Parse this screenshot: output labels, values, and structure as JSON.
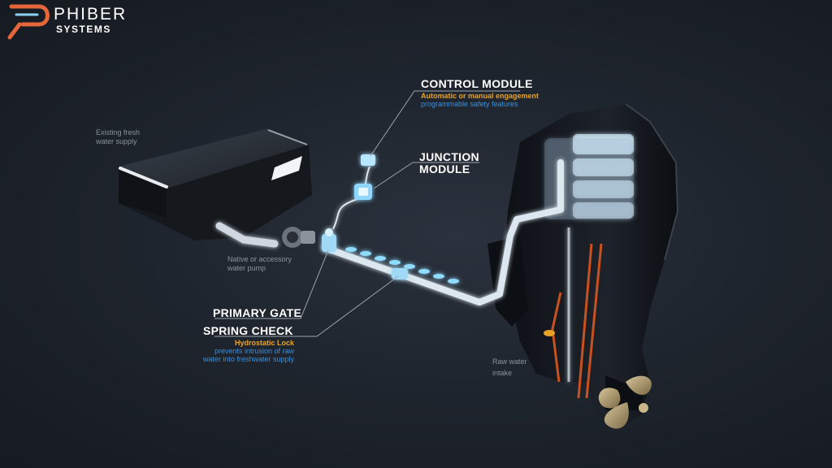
{
  "brand": {
    "name_line1": "PHIBER",
    "name_line2": "SYSTEMS",
    "accent_color": "#e4663a",
    "logo_icon": "phiber-p-logo-icon"
  },
  "labels": {
    "control_module": {
      "title": "CONTROL MODULE",
      "line1": "Automatic or manual engagement",
      "line2": "programmable safety features"
    },
    "junction_module": {
      "title_line1": "JUNCTION",
      "title_line2": "MODULE"
    },
    "water_supply": {
      "line1": "Existing fresh",
      "line2": "water supply"
    },
    "water_pump": {
      "line1": "Native or accessory",
      "line2": "water pump"
    },
    "primary_gate": {
      "title": "PRIMARY GATE"
    },
    "spring_check": {
      "title": "SPRING CHECK",
      "line1": "Hydrostatic Lock",
      "line2": "prevents intrusion of raw",
      "line3": "water into freshwater supply"
    },
    "raw_water": {
      "line1": "Raw water",
      "line2": "intake"
    }
  },
  "colors": {
    "glow": "#7fd3ff",
    "orange": "#e8a325",
    "blue": "#3b8fd8",
    "copper": "#c8511f"
  }
}
